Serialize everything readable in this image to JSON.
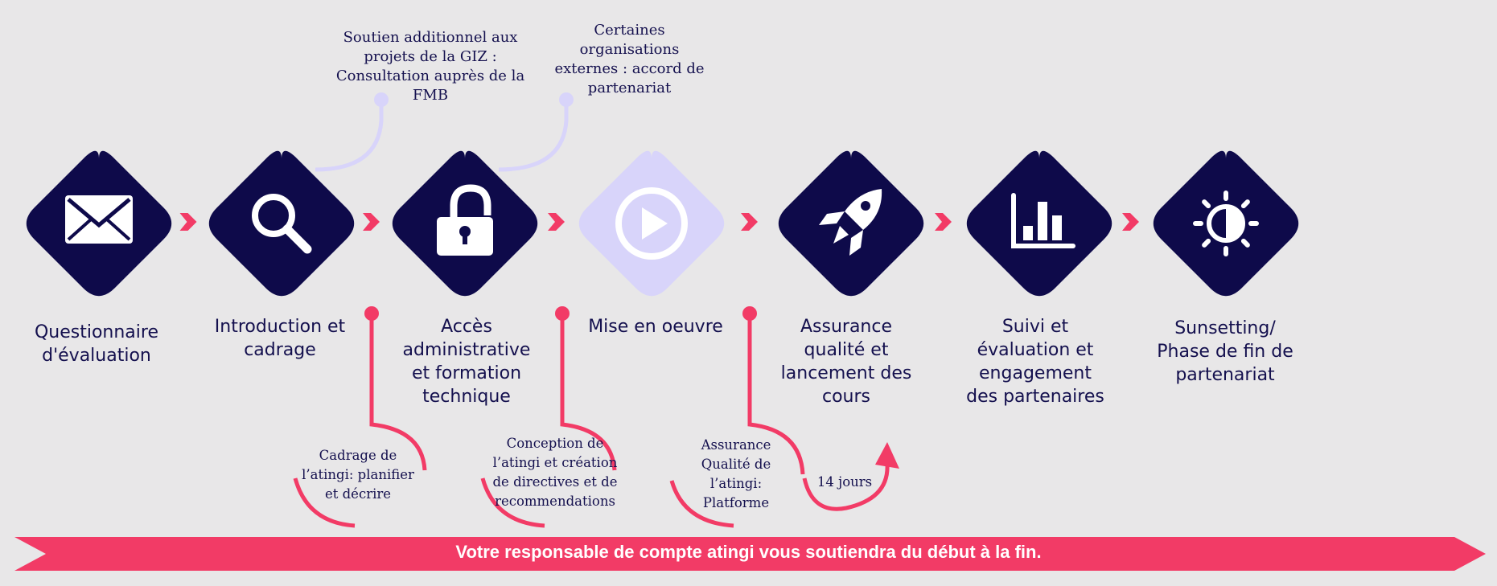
{
  "colors": {
    "background": "#e8e7e8",
    "navy": "#0e0a4a",
    "lavender": "#d8d4fa",
    "pink": "#f23b66",
    "white": "#ffffff"
  },
  "steps": [
    {
      "label": "Questionnaire\nd'évaluation",
      "icon": "envelope-icon",
      "highlight": false
    },
    {
      "label": "Introduction et\ncadrage",
      "icon": "search-icon",
      "highlight": false
    },
    {
      "label": "Accès\nadministrative\net formation\ntechnique",
      "icon": "unlocked-padlock-icon",
      "highlight": false
    },
    {
      "label": "Mise en oeuvre",
      "icon": "play-icon",
      "highlight": true
    },
    {
      "label": "Assurance\nqualité et\nlancement des\ncours",
      "icon": "rocket-icon",
      "highlight": false
    },
    {
      "label": "Suivi et\névaluation et\nengagement\ndes partenaires",
      "icon": "bar-chart-icon",
      "highlight": false
    },
    {
      "label": "Sunsetting/\nPhase de fin de\npartenariat",
      "icon": "half-sun-icon",
      "highlight": false
    }
  ],
  "top_notes": [
    "Soutien additionnel aux\nprojets de la GIZ :\nConsultation auprès de la\nFMB",
    "Certaines\norganisations\nexternes : accord de\npartenariat"
  ],
  "bottom_notes": [
    "Cadrage de\nl’atingi: planifier\net décrire",
    "Conception de\nl’atingi et création\nde directives et de\nrecommendations",
    "Assurance\nQualité de\nl’atingi:\nPlatforme"
  ],
  "duration_label": "14 jours",
  "banner_text": "Votre responsable de compte atingi vous soutiendra du début à la fin."
}
